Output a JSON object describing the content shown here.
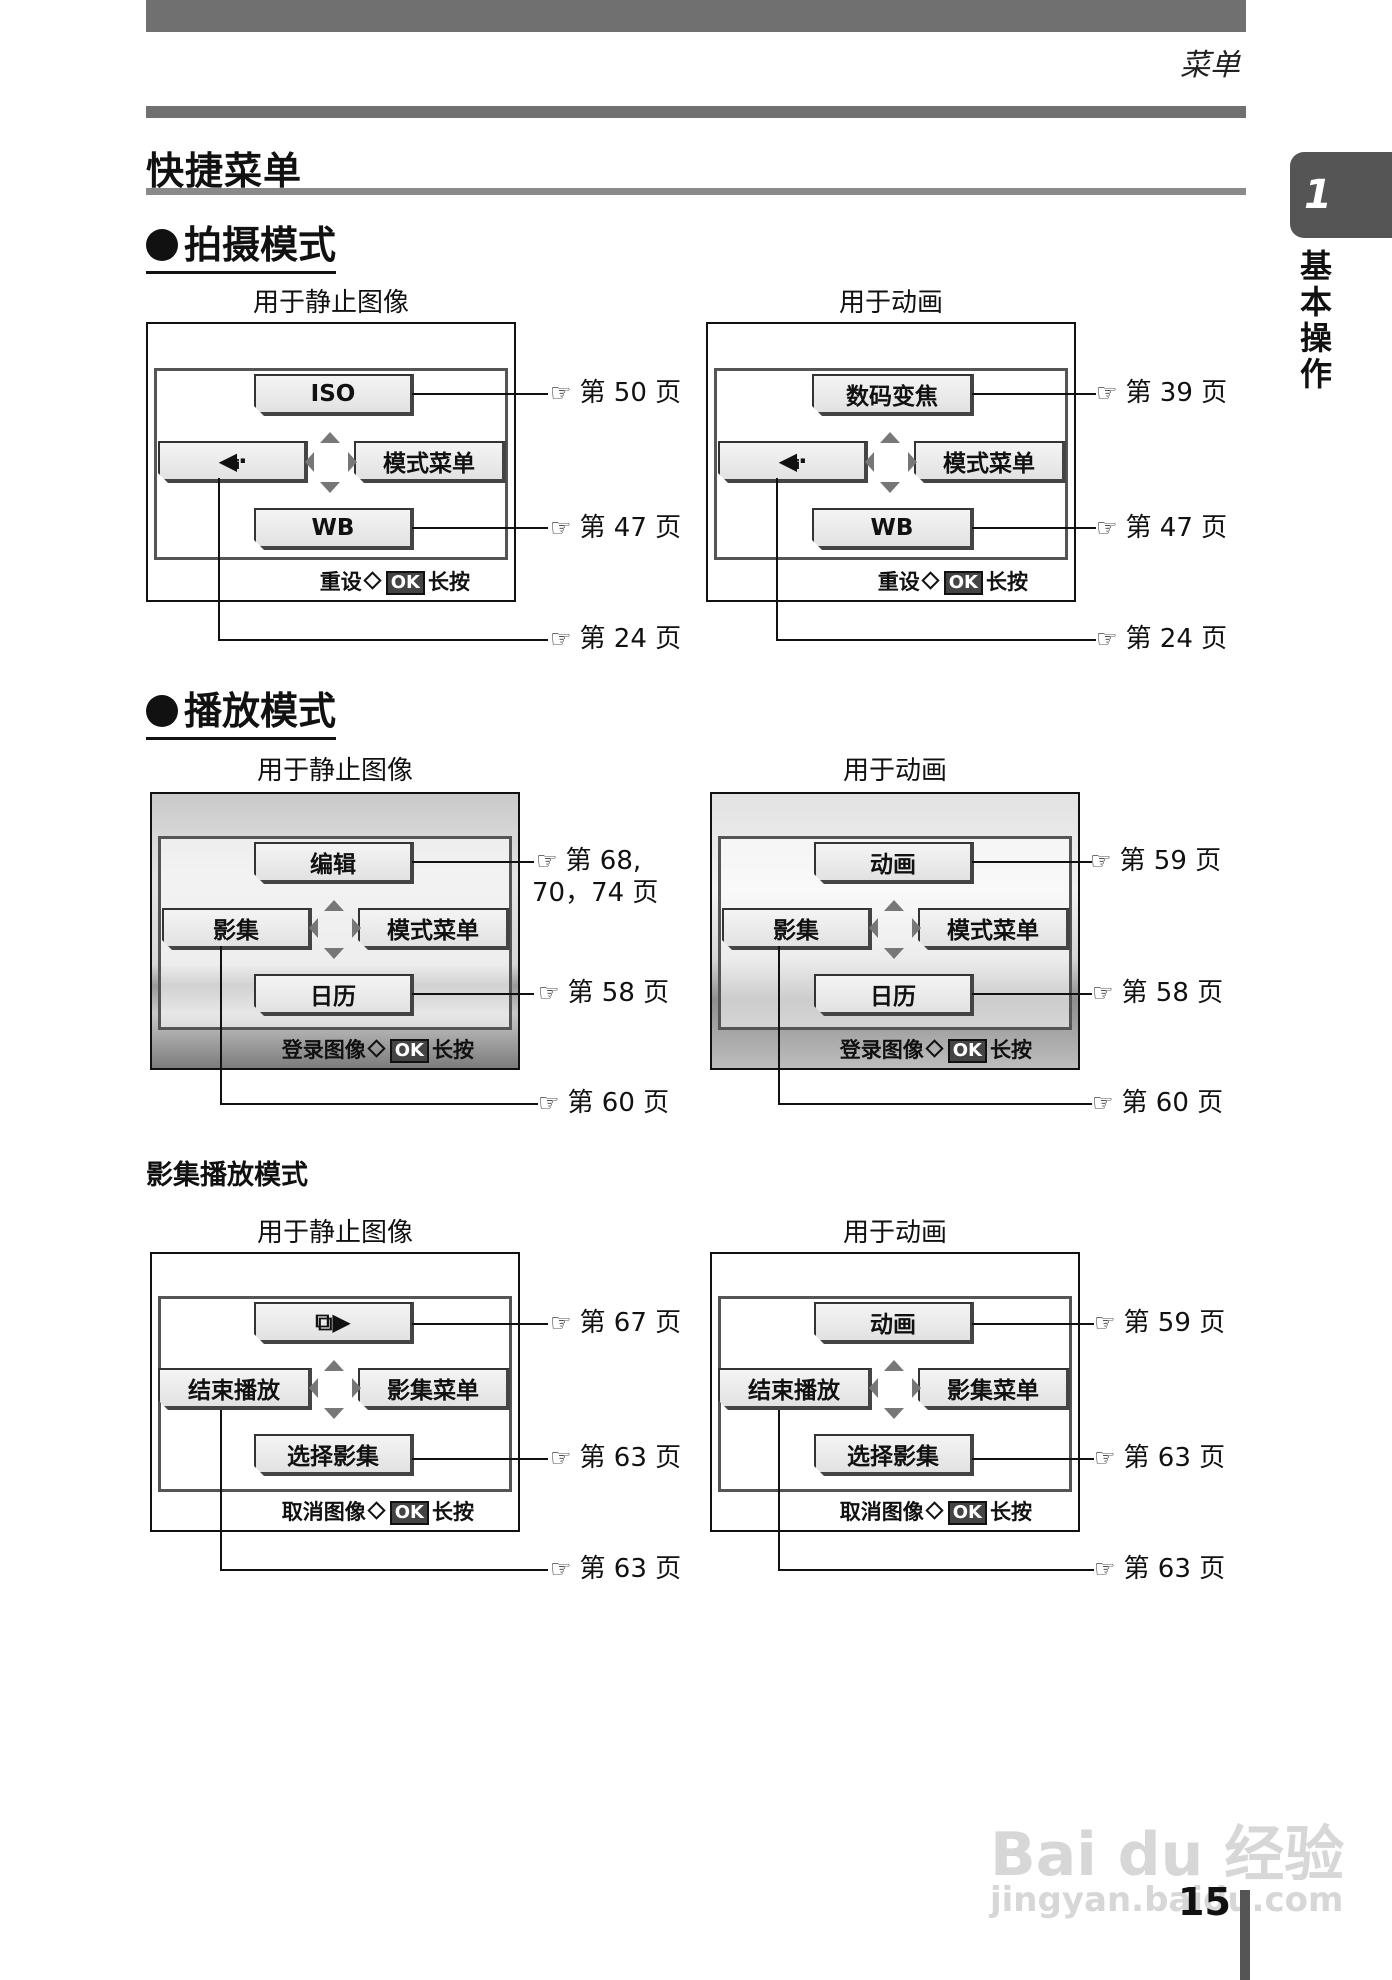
{
  "header": {
    "section": "菜单"
  },
  "page_title": "快捷菜单",
  "chapter_tab": {
    "number": "1",
    "label": "基本操作"
  },
  "shooting": {
    "title": "拍摄模式",
    "still": {
      "caption": "用于静止图像",
      "top": "ISO",
      "left_icon": "flash-left-icon",
      "right": "模式菜单",
      "bottom": "WB",
      "footer_prefix": "重设",
      "footer_ok": "OK",
      "footer_suffix": "长按",
      "ref_top": "第 50 页",
      "ref_bottom": "第 47 页",
      "ref_left": "第 24 页"
    },
    "movie": {
      "caption": "用于动画",
      "top": "数码变焦",
      "left_icon": "flash-left-icon",
      "right": "模式菜单",
      "bottom": "WB",
      "footer_prefix": "重设",
      "footer_ok": "OK",
      "footer_suffix": "长按",
      "ref_top": "第 39 页",
      "ref_bottom": "第 47 页",
      "ref_left": "第 24 页"
    }
  },
  "playback": {
    "title": "播放模式",
    "still": {
      "caption": "用于静止图像",
      "top": "编辑",
      "left": "影集",
      "right": "模式菜单",
      "bottom": "日历",
      "footer_prefix": "登录图像",
      "footer_ok": "OK",
      "footer_suffix": "长按",
      "ref_top": "第 68,",
      "ref_top_line2": "70，74 页",
      "ref_bottom": "第 58 页",
      "ref_left": "第 60 页"
    },
    "movie": {
      "caption": "用于动画",
      "top": "动画",
      "left": "影集",
      "right": "模式菜单",
      "bottom": "日历",
      "footer_prefix": "登录图像",
      "footer_ok": "OK",
      "footer_suffix": "长按",
      "ref_top": "第 59 页",
      "ref_bottom": "第 58 页",
      "ref_left": "第 60 页"
    }
  },
  "album": {
    "title": "影集播放模式",
    "still": {
      "caption": "用于静止图像",
      "top_icon": "slideshow-icon",
      "left": "结束播放",
      "right": "影集菜单",
      "bottom": "选择影集",
      "footer_prefix": "取消图像",
      "footer_ok": "OK",
      "footer_suffix": "长按",
      "ref_top": "第 67 页",
      "ref_bottom": "第 63 页",
      "ref_left": "第 63 页"
    },
    "movie": {
      "caption": "用于动画",
      "top": "动画",
      "left": "结束播放",
      "right": "影集菜单",
      "bottom": "选择影集",
      "footer_prefix": "取消图像",
      "footer_ok": "OK",
      "footer_suffix": "长按",
      "ref_top": "第 59 页",
      "ref_bottom": "第 63 页",
      "ref_left": "第 63 页"
    }
  },
  "page_number": "15",
  "watermark": {
    "logo": "Bai du 经验",
    "url": "jingyan.baidu.com"
  }
}
